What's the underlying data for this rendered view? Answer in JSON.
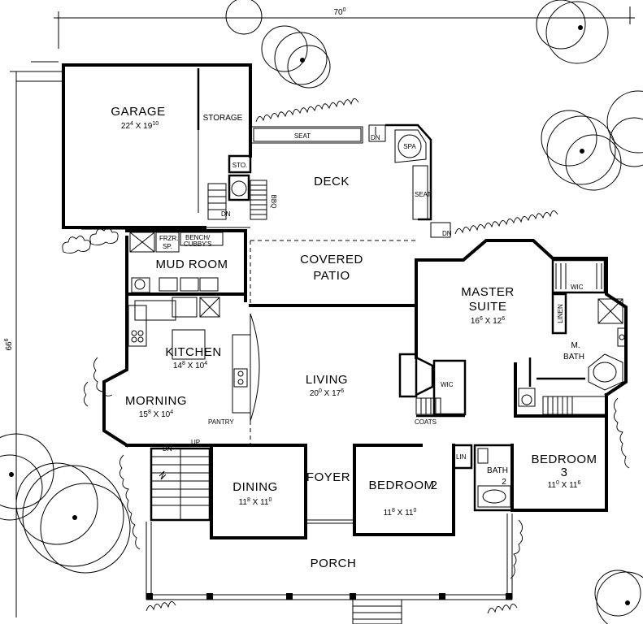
{
  "plan": {
    "dimensions": {
      "width": "70",
      "width_sup": "0",
      "depth": "66",
      "depth_sup": "6"
    },
    "rooms": {
      "garage": {
        "name": "GARAGE",
        "size_a": "22",
        "sup_a": "4",
        "size_b": "19",
        "sup_b": "10"
      },
      "storage": {
        "name": "STORAGE"
      },
      "deck": {
        "name": "DECK"
      },
      "covered_patio": {
        "line1": "COVERED",
        "line2": "PATIO"
      },
      "mud_room": {
        "name": "MUD ROOM"
      },
      "kitchen": {
        "name": "KITCHEN",
        "size_a": "14",
        "sup_a": "8",
        "size_b": "10",
        "sup_b": "4"
      },
      "morning": {
        "name": "MORNING",
        "size_a": "15",
        "sup_a": "8",
        "size_b": "10",
        "sup_b": "4"
      },
      "living": {
        "name": "LIVING",
        "size_a": "20",
        "sup_a": "0",
        "size_b": "17",
        "sup_b": "6"
      },
      "master_suite": {
        "line1": "MASTER",
        "line2": "SUITE",
        "size_a": "16",
        "sup_a": "6",
        "size_b": "12",
        "sup_b": "6"
      },
      "master_bath": {
        "line1": "M.",
        "line2": "BATH"
      },
      "dining": {
        "name": "DINING",
        "size_a": "11",
        "sup_a": "8",
        "size_b": "11",
        "sup_b": "0"
      },
      "foyer": {
        "name": "FOYER"
      },
      "bedroom2": {
        "line1": "BEDROOM",
        "line2": "2",
        "size_a": "11",
        "sup_a": "8",
        "size_b": "11",
        "sup_b": "0"
      },
      "bedroom3": {
        "line1": "BEDROOM",
        "line2": "3",
        "size_a": "11",
        "sup_a": "0",
        "size_b": "11",
        "sup_b": "6"
      },
      "bath2": {
        "line1": "BATH",
        "line2": "2"
      },
      "porch": {
        "name": "PORCH"
      }
    },
    "labels": {
      "seat": "SEAT",
      "spa": "SPA",
      "dn": "DN",
      "up": "UP",
      "sto": "STO.",
      "bbq": "BBQ",
      "frzr": "FRZR.",
      "sp": "SP.",
      "bench": "BENCH/",
      "cubby": "CUBBY'S",
      "wic": "WIC",
      "linen": "LINEN",
      "lin": "LIN",
      "coats": "COATS",
      "pantry": "PANTRY",
      "by": "X"
    }
  }
}
